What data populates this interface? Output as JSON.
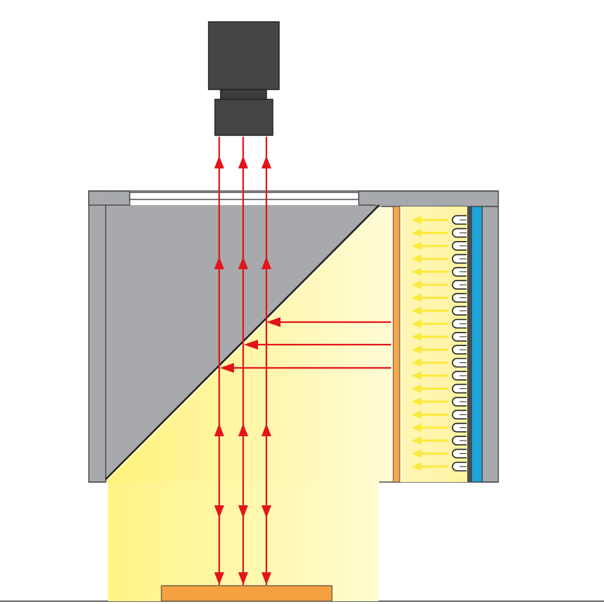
{
  "diagram": {
    "type": "coaxial-illumination-cross-section",
    "labels": [],
    "components": [
      "camera-body",
      "camera-lens",
      "light-housing",
      "top-window",
      "beam-splitter",
      "diffuser",
      "led-array",
      "circuit-board",
      "target-object",
      "ground-line"
    ],
    "led_count": 20,
    "colors": {
      "housing": "#a7a9ac",
      "housing_dark": "#4d4d4f",
      "camera": "#454545",
      "light_yellow": "#fff59a",
      "arrow_red": "#e3141a",
      "led_arrow_yellow": "#fbe93c",
      "diffuser_orange": "#f6a74b",
      "board_blue": "#1fa4d9",
      "target_orange": "#f5a142"
    }
  }
}
